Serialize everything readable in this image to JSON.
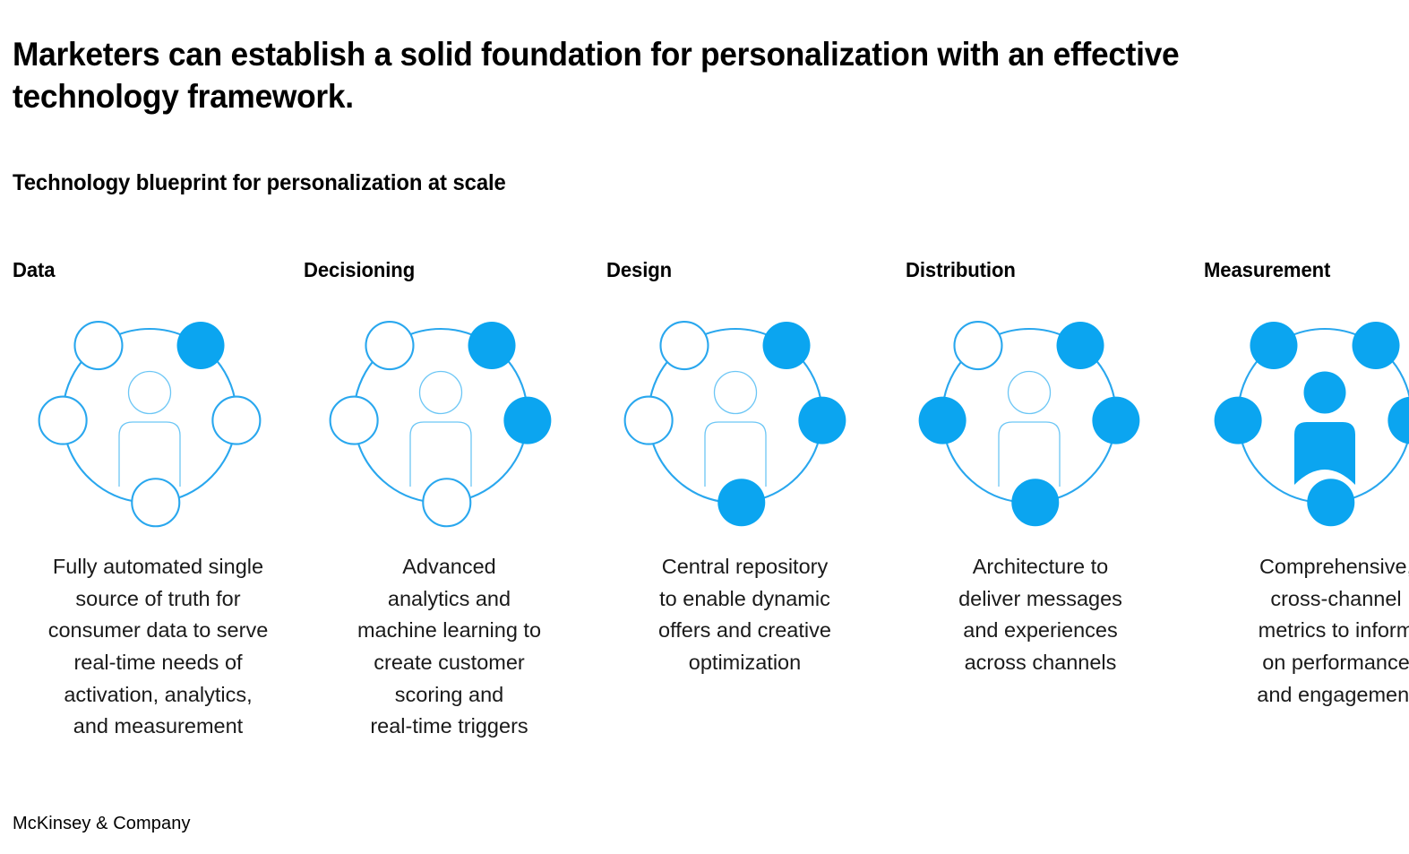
{
  "headline": "Marketers can establish a solid foundation for personalization with an effective technology framework.",
  "subtitle": "Technology blueprint for personalization at scale",
  "footer": "McKinsey & Company",
  "colors": {
    "accent_blue": "#0BA5F0",
    "outline_blue": "#29A7EE",
    "faint_blue": "#6CC6F5",
    "text_black": "#000000",
    "background": "#FFFFFF"
  },
  "icon_legend": {
    "node_positions": [
      "top-left",
      "top-right",
      "left",
      "right",
      "bottom"
    ],
    "filled_means": "capability in place",
    "center_figure": "consumer"
  },
  "columns": [
    {
      "title": "Data",
      "caption": "Fully automated single\nsource of truth for\nconsumer data to serve\nreal-time needs of\nactivation, analytics,\nand measurement",
      "filled_nodes": [
        false,
        true,
        false,
        false,
        false
      ],
      "filled_count": 1,
      "center_filled": false
    },
    {
      "title": "Decisioning",
      "caption": "Advanced\nanalytics and\nmachine learning to\ncreate customer\nscoring and\nreal-time triggers",
      "filled_nodes": [
        false,
        true,
        false,
        true,
        false
      ],
      "filled_count": 2,
      "center_filled": false
    },
    {
      "title": "Design",
      "caption": "Central repository\nto enable dynamic\noffers and creative\noptimization",
      "filled_nodes": [
        false,
        true,
        false,
        true,
        true
      ],
      "filled_count": 3,
      "center_filled": false
    },
    {
      "title": "Distribution",
      "caption": "Architecture to\ndeliver messages\nand experiences\nacross channels",
      "filled_nodes": [
        false,
        true,
        true,
        true,
        true
      ],
      "filled_count": 4,
      "center_filled": false
    },
    {
      "title": "Measurement",
      "caption": "Comprehensive,\ncross-channel\nmetrics to inform\non performance\nand engagement",
      "filled_nodes": [
        true,
        true,
        true,
        true,
        true
      ],
      "filled_count": 5,
      "center_filled": true
    }
  ]
}
